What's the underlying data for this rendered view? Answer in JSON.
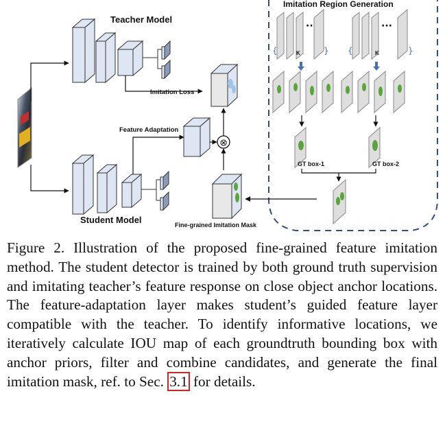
{
  "figure": {
    "teacher_label": "Teacher Model",
    "student_label": "Student Model",
    "imitation_loss_label": "Imitation Loss",
    "feature_adaptation_label": "Feature Adaptation",
    "mask_label": "Fine-grained Imitation Mask",
    "region_title": "Imitation Region Generation",
    "k_label_1": "K",
    "k_label_2": "K",
    "dots_1": "··",
    "dots_2": "···",
    "gt_box_1": "GT box-1",
    "gt_box_2": "GT box-2",
    "multiply_symbol": "⊗"
  },
  "caption": {
    "text_before_ref": "Figure 2. Illustration of the proposed fine-grained feature imitation method. The student detector is trained by both ground truth supervision and imitating teacher’s feature response on close object anchor locations. The feature-adaptation layer makes student’s guided feature layer compatible with the teacher. To identify informative locations, we iteratively calculate IOU map of each groundtruth bounding box with anchor priors, filter and combine candidates, and generate the final imitation mask, ref. to Sec.",
    "ref": "3.1",
    "text_after_ref": "for details."
  },
  "colors": {
    "block_fill": "#dfe6f3",
    "block_stroke": "#333333",
    "dark_block": "#8c9bb8",
    "mask_green": "#5aa43c",
    "region_border": "#2c4f8a",
    "ref_box": "#e02020"
  }
}
